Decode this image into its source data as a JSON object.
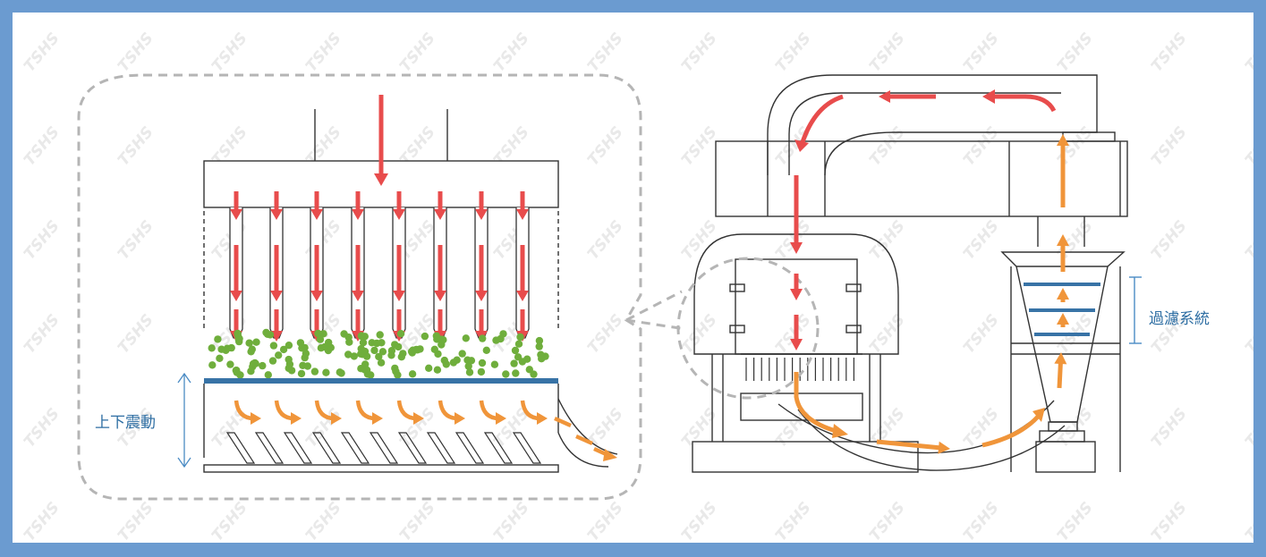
{
  "watermark": "TSHS",
  "labels": {
    "vibration": "上下震動",
    "filter_system": "過濾系統"
  },
  "colors": {
    "frame_border": "#6b9bd0",
    "down_arrow": "#e84c4c",
    "flow_arrow": "#f0953a",
    "label_text": "#2e6ea3",
    "particles": "#6fae3c",
    "screen_plate": "#3873a6",
    "filter_plates": "#3873a6",
    "line_art": "#333333",
    "callout_outline": "#b5b5b5"
  },
  "icons": {
    "up_down_arrow": "double-headed-arrow-icon"
  }
}
